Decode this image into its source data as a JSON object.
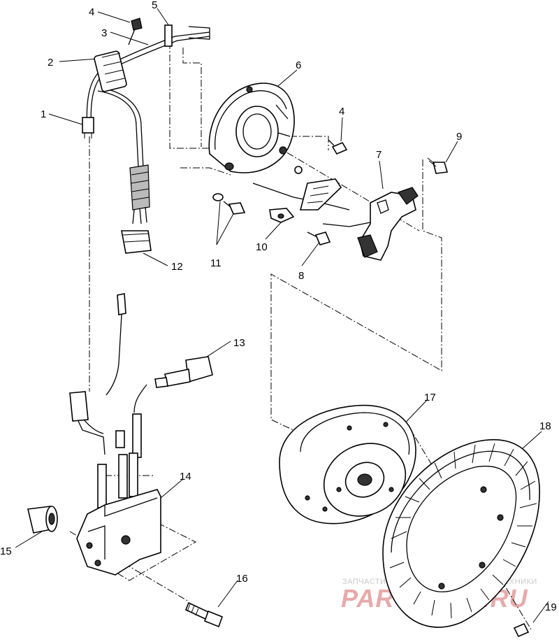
{
  "callouts": [
    "1",
    "2",
    "3",
    "4",
    "5",
    "6",
    "4",
    "9",
    "7",
    "10",
    "11",
    "8",
    "12",
    "13",
    "14",
    "15",
    "16",
    "17",
    "18",
    "19"
  ],
  "watermark": {
    "line1": "ЗАПЧАСТИ И АКСЕССУАРЫ ДЛЯ МОТОТЕХНИКИ",
    "line2": "PARTSFOR.RU"
  }
}
